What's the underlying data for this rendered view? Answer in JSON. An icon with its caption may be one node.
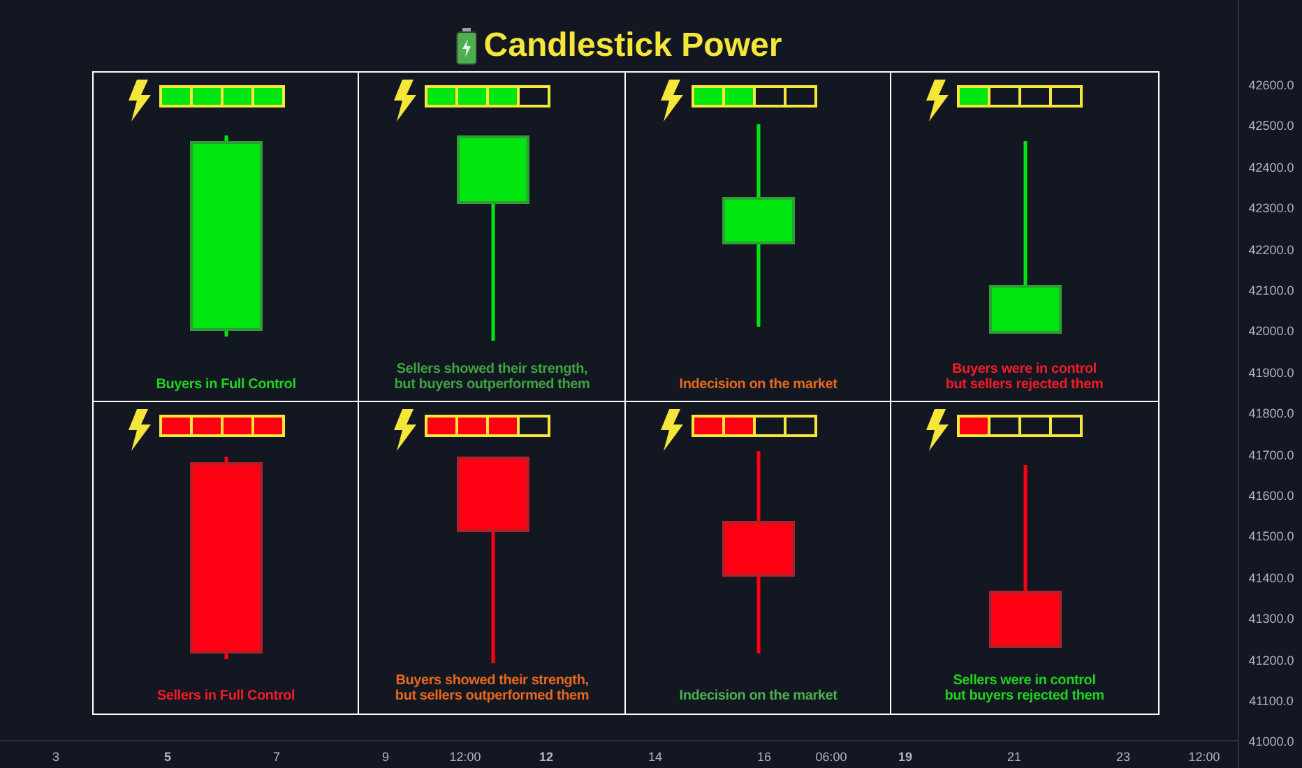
{
  "diagram": {
    "title": "Candlestick Power",
    "nodes": [
      {
        "text": [
          "Buyers in Full Control"
        ]
      },
      {
        "text": [
          "Sellers showed their strength, but buyers outperformed them"
        ]
      },
      {
        "text": [
          "Indecision on the market"
        ]
      },
      {
        "text": [
          "Buyers were in control but sellers rejected them"
        ]
      },
      {
        "text": [
          "Sellers in Full Control"
        ]
      },
      {
        "text": [
          "Buyers showed their strength, but sellers outperformed them"
        ]
      },
      {
        "text": [
          "Indecision on the market"
        ]
      },
      {
        "text": [
          "Sellers were in control but buyers rejected them"
        ]
      }
    ],
    "labels": [
      "42600.0",
      "42500.0",
      "42400.0",
      "42300.0",
      "42200.0",
      "42100.0",
      "42000.0",
      "41900.0",
      "41800.0",
      "41700.0",
      "41600.0",
      "41500.0",
      "41400.0",
      "41300.0",
      "41200.0",
      "41100.0",
      "41000.0",
      "3",
      "5",
      "7",
      "9",
      "12:00",
      "12",
      "14",
      "16",
      "06:00",
      "19",
      "21",
      "23",
      "12:00"
    ]
  }
}
